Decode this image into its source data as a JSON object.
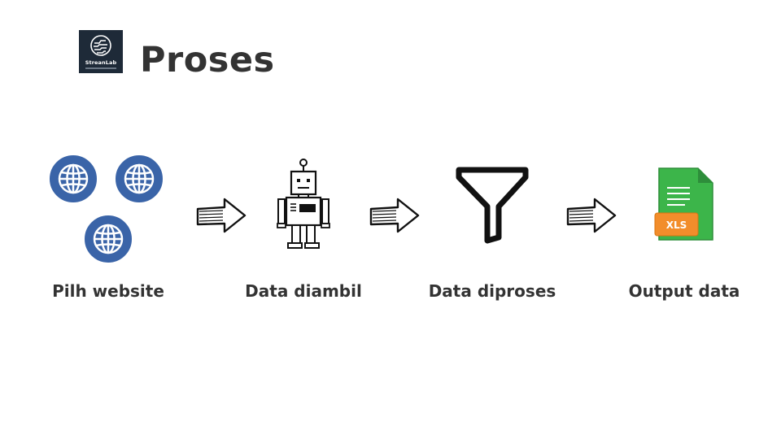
{
  "logo": {
    "name": "StreanLab"
  },
  "header": {
    "title": "Proses"
  },
  "colors": {
    "globe_blue": "#3a64a8",
    "xls_green": "#3cb54a",
    "xls_orange": "#f28d2b",
    "text_dark": "#333333"
  },
  "flow": {
    "stages": [
      {
        "label": "Pilh website",
        "icon": "globe-icon"
      },
      {
        "label": "Data diambil",
        "icon": "robot-icon"
      },
      {
        "label": "Data diproses",
        "icon": "funnel-icon"
      },
      {
        "label": "Output data",
        "icon": "xls-file-icon"
      }
    ],
    "xls_badge": "XLS"
  }
}
